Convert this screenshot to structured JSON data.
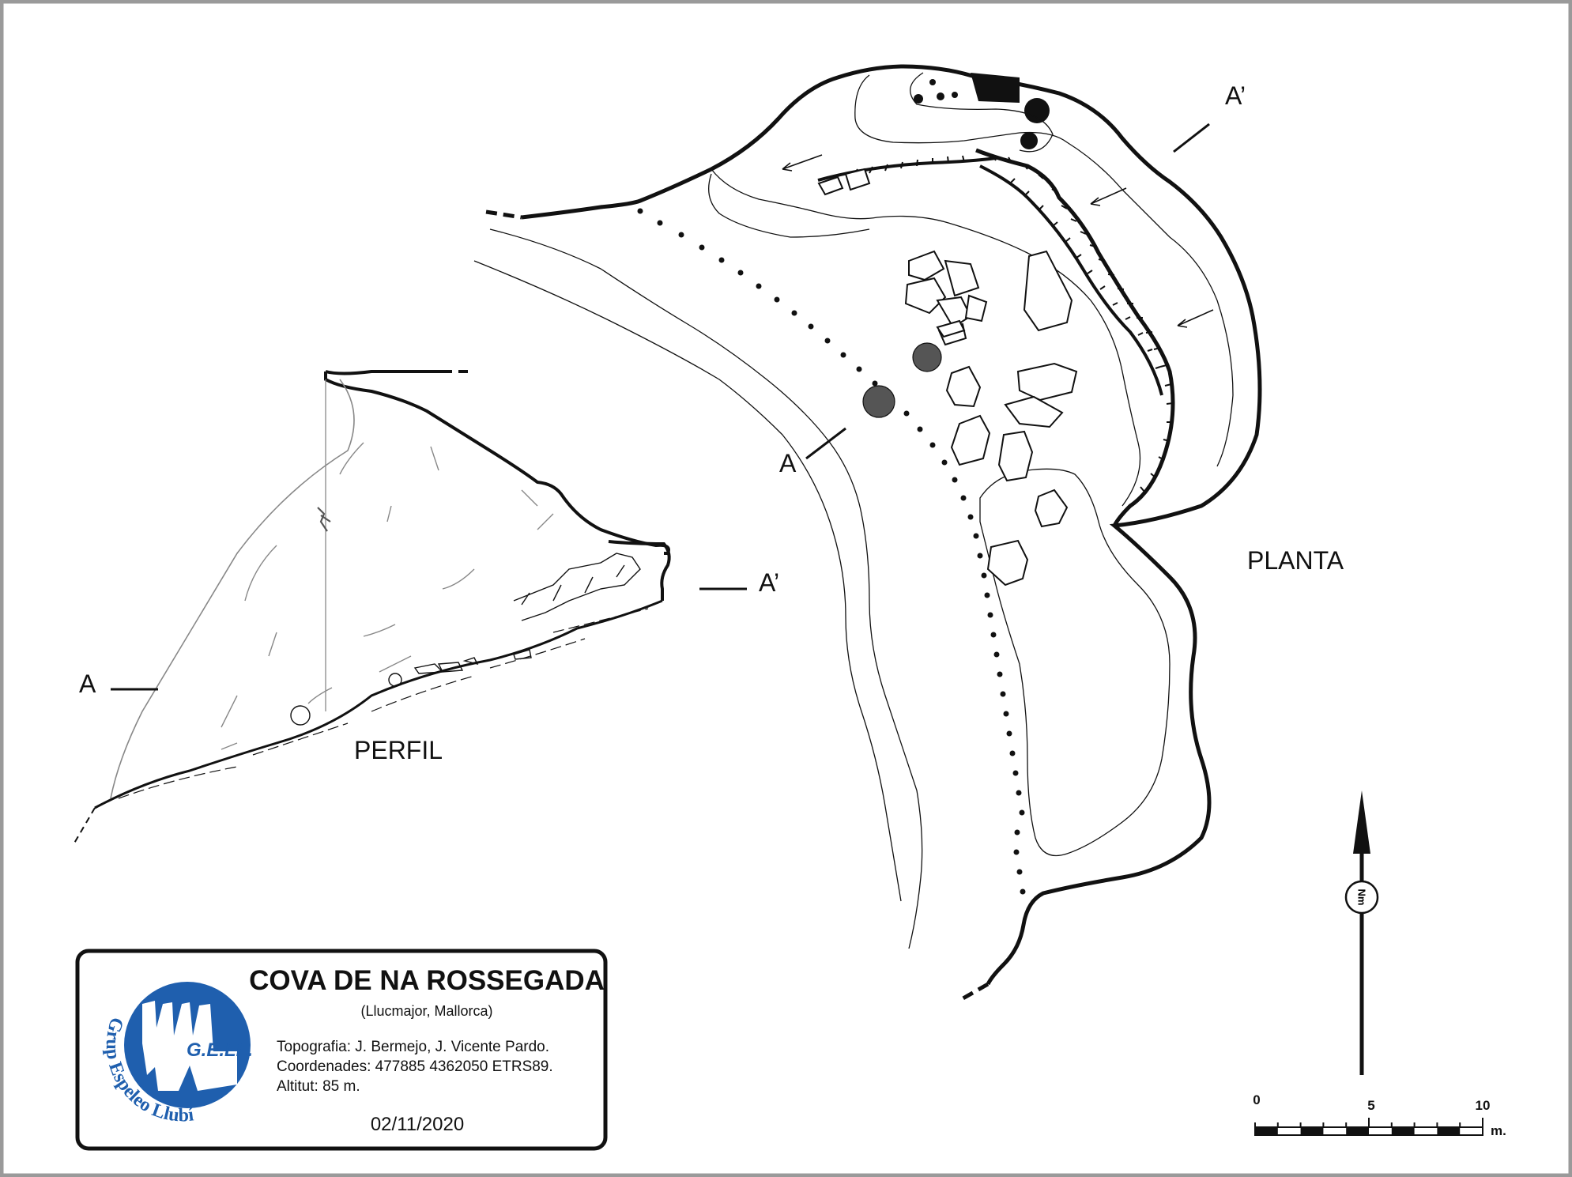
{
  "title": "COVA DE NA ROSSEGADA",
  "location": "(Llucmajor, Mallorca)",
  "topography": "Topografia: J. Bermejo, J. Vicente Pardo.",
  "coordinates": "Coordenades: 477885 4362050 ETRS89.",
  "altitude": "Altitut: 85 m.",
  "date": "02/11/2020",
  "logo": {
    "abbr": "G.E.LL.",
    "ring_text": "Grup Espeleo Llubí",
    "color": "#1f5fae"
  },
  "views": {
    "profile_label": "PERFIL",
    "plan_label": "PLANTA"
  },
  "sections": {
    "start": "A",
    "end": "A’"
  },
  "north_arrow": {
    "label": "Nm"
  },
  "scale_bar": {
    "ticks": [
      "0",
      "5",
      "10"
    ],
    "unit": "m."
  }
}
